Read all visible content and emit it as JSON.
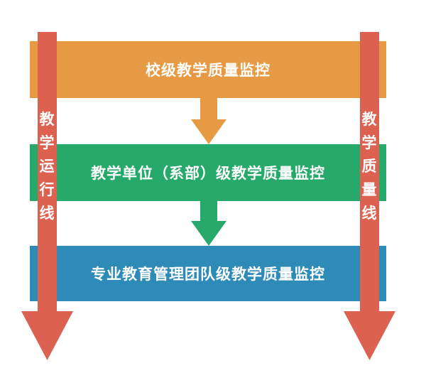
{
  "levels": [
    {
      "label": "校级教学质量监控",
      "color": "#e59a43"
    },
    {
      "label": "教学单位（系部）级教学质量监控",
      "color": "#27a96b"
    },
    {
      "label": "专业教育管理团队级教学质量监控",
      "color": "#2e8bb8"
    }
  ],
  "left_line": {
    "chars": [
      "教",
      "学",
      "运",
      "行",
      "线"
    ],
    "color": "#dc6150"
  },
  "right_line": {
    "chars": [
      "教",
      "学",
      "质",
      "量",
      "线"
    ],
    "color": "#dc6150"
  }
}
